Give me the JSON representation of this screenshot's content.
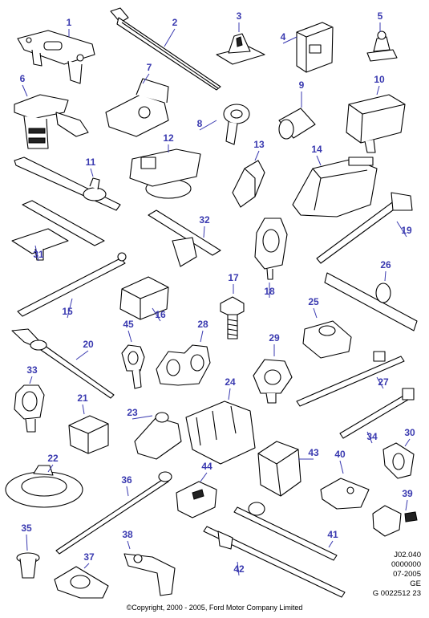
{
  "callouts": [
    {
      "n": "1"
    },
    {
      "n": "2"
    },
    {
      "n": "3"
    },
    {
      "n": "4"
    },
    {
      "n": "5"
    },
    {
      "n": "6"
    },
    {
      "n": "7"
    },
    {
      "n": "8"
    },
    {
      "n": "9"
    },
    {
      "n": "10"
    },
    {
      "n": "11"
    },
    {
      "n": "12"
    },
    {
      "n": "13"
    },
    {
      "n": "14"
    },
    {
      "n": "15"
    },
    {
      "n": "16"
    },
    {
      "n": "17"
    },
    {
      "n": "18"
    },
    {
      "n": "19"
    },
    {
      "n": "20"
    },
    {
      "n": "21"
    },
    {
      "n": "22"
    },
    {
      "n": "23"
    },
    {
      "n": "24"
    },
    {
      "n": "25"
    },
    {
      "n": "26"
    },
    {
      "n": "27"
    },
    {
      "n": "28"
    },
    {
      "n": "29"
    },
    {
      "n": "30"
    },
    {
      "n": "31"
    },
    {
      "n": "32"
    },
    {
      "n": "33"
    },
    {
      "n": "34"
    },
    {
      "n": "35"
    },
    {
      "n": "36"
    },
    {
      "n": "37"
    },
    {
      "n": "38"
    },
    {
      "n": "39"
    },
    {
      "n": "40"
    },
    {
      "n": "41"
    },
    {
      "n": "42"
    },
    {
      "n": "43"
    },
    {
      "n": "44"
    },
    {
      "n": "45"
    }
  ],
  "reference": {
    "line1": "J02.040",
    "line2": "0000000",
    "line3": "07-2005",
    "line4": "GE",
    "line5": "G 0022512 23"
  },
  "copyright": "©Copyright, 2000 - 2005, Ford Motor Company Limited",
  "colors": {
    "callout": "#3a3ab0",
    "line_art": "#000000",
    "background": "#ffffff"
  }
}
